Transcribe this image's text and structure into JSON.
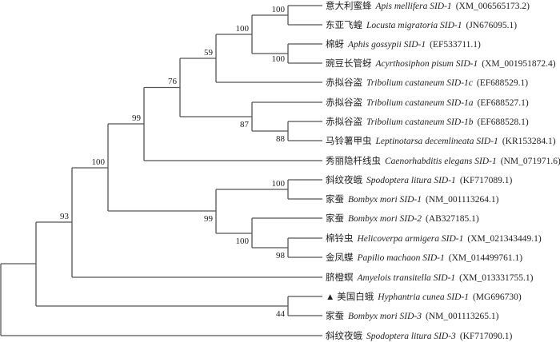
{
  "leaves": [
    {
      "cn": "意大利蜜蜂",
      "sp": "Apis mellifera SID-1",
      "acc": "(XM_006565173.2)"
    },
    {
      "cn": "东亚飞蝗",
      "sp": "Locusta migratoria SID-1",
      "acc": "(JN676095.1)"
    },
    {
      "cn": "棉蚜",
      "sp": "Aphis gossypii SID-1",
      "acc": "(EF533711.1)"
    },
    {
      "cn": "豌豆长管蚜",
      "sp": "Acyrthosiphon pisum SID-1",
      "acc": "(XM_001951872.4)"
    },
    {
      "cn": "赤拟谷盗",
      "sp": "Tribolium castaneum SID-1c",
      "acc": "(EF688529.1)"
    },
    {
      "cn": "赤拟谷盗",
      "sp": "Tribolium castaneum SID-1a",
      "acc": "(EF688527.1)"
    },
    {
      "cn": "赤拟谷盗",
      "sp": "Tribolium castaneum SID-1b",
      "acc": "(EF688528.1)"
    },
    {
      "cn": "马铃薯甲虫",
      "sp": "Leptinotarsa decemlineata SID-1",
      "acc": "(KR153284.1)"
    },
    {
      "cn": "秀丽隐杆线虫",
      "sp": "Caenorhabditis elegans SID-1",
      "acc": "(NM_071971.6)"
    },
    {
      "cn": "斜纹夜蛾",
      "sp": "Spodoptera litura SID-1",
      "acc": "(KF717089.1)"
    },
    {
      "cn": "家蚕",
      "sp": "Bombyx mori SID-1",
      "acc": "(NM_001113264.1)"
    },
    {
      "cn": "家蚕",
      "sp": "Bombyx mori SID-2",
      "acc": "(AB327185.1)"
    },
    {
      "cn": "棉铃虫",
      "sp": "Helicoverpa armigera SID-1",
      "acc": "(XM_021343449.1)"
    },
    {
      "cn": "金凤蝶",
      "sp": "Papilio machaon SID-1",
      "acc": "(XM_014499761.1)"
    },
    {
      "cn": "脐橙螟",
      "sp": "Amyelois transitella SID-1",
      "acc": "(XM_013331755.1)"
    },
    {
      "cn": "▲ 美国白蛾",
      "sp": "Hyphantria cunea SID-1",
      "acc": "(MG696730)"
    },
    {
      "cn": "家蚕",
      "sp": "Bombyx mori SID-3",
      "acc": "(NM_001113265.1)"
    },
    {
      "cn": "斜纹夜蛾",
      "sp": "Spodoptera litura SID-3",
      "acc": "(KF717090.1)"
    }
  ],
  "bootstrap": {
    "apis_locusta": "100",
    "aphids": "100",
    "apis_aphids": "100",
    "n59": "59",
    "n76": "76",
    "n87": "87",
    "n88": "88",
    "n99a": "99",
    "n100": "100",
    "n93": "93",
    "spod_bombyx": "100",
    "n99b": "99",
    "n100d": "100",
    "n98": "98",
    "n44": "44"
  }
}
